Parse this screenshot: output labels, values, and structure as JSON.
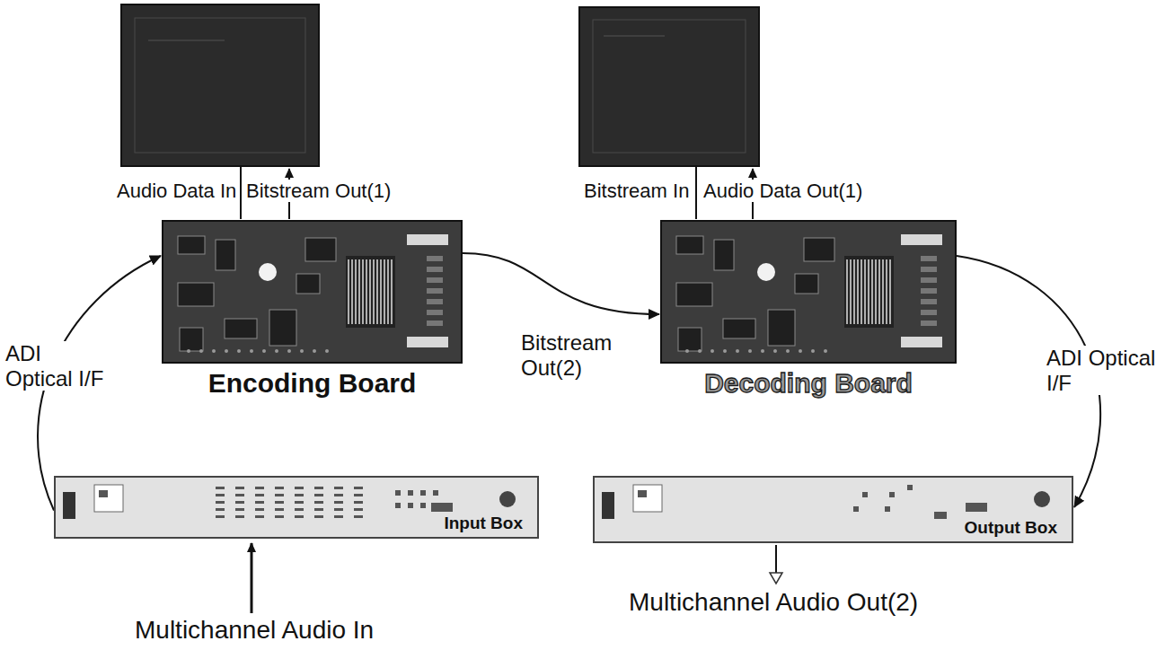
{
  "diagram": {
    "nodes": [
      {
        "text": [
          "Encoding Board"
        ]
      },
      {
        "text": [
          "Decoding Board"
        ]
      },
      {
        "text": [
          "Input Box"
        ]
      },
      {
        "text": [
          "Output Box"
        ]
      }
    ],
    "edges": [
      {
        "from": 2,
        "to": 0,
        "arrow": "to",
        "label": "ADI Optical I/F"
      },
      {
        "from": 0,
        "to": 1,
        "arrow": "to",
        "label": "Bitstream Out(2)"
      },
      {
        "from": 1,
        "to": 3,
        "arrow": "to",
        "label": "ADI Optical I/F"
      }
    ],
    "labels": [
      "Audio Data In",
      "Bitstream Out(1)",
      "Bitstream In",
      "Audio Data Out(1)",
      "Multichannel Audio In",
      "Multichannel Audio Out(2)"
    ]
  }
}
